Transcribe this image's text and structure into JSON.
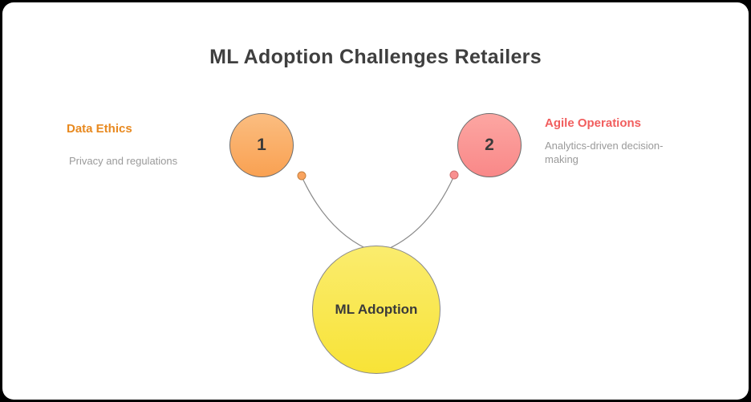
{
  "title": "ML Adoption Challenges Retailers",
  "center_node": {
    "label": "ML Adoption",
    "fill": "#f9e544",
    "border": "#8a8a8a"
  },
  "nodes": [
    {
      "number": "1",
      "label": "Data Ethics",
      "description": "Privacy and regulations",
      "label_color": "#e8891f",
      "fill": "#f9a85c"
    },
    {
      "number": "2",
      "label": "Agile Operations",
      "description": "Analytics-driven decision-making",
      "label_color": "#f15e5e",
      "fill": "#f98d8d"
    }
  ],
  "colors": {
    "background": "#000000",
    "canvas": "#ffffff",
    "title_text": "#3f3f3f",
    "description_text": "#9a9a9a",
    "connector": "#8a8a8a"
  }
}
